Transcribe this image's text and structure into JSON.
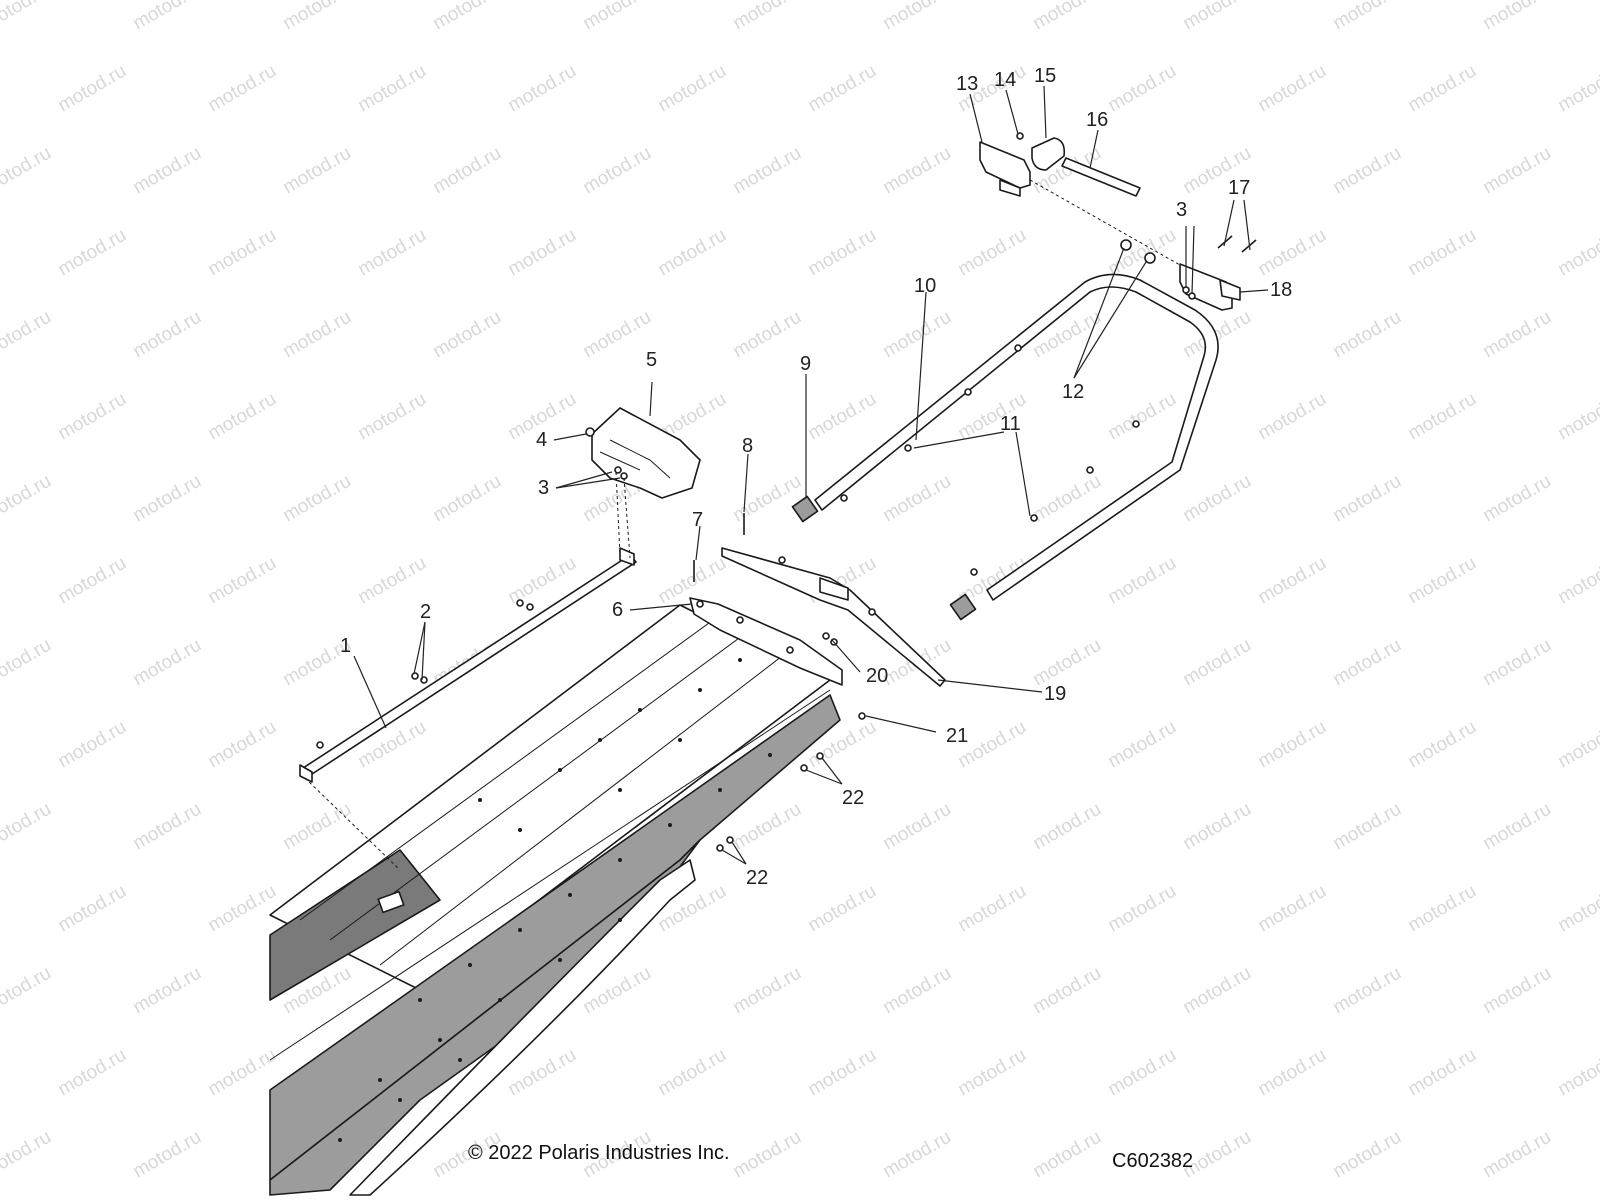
{
  "watermark": "motod.ru",
  "copyright": "© 2022 Polaris Industries Inc.",
  "diagram_code": "C602382",
  "callouts": [
    {
      "id": "c1",
      "label": "1"
    },
    {
      "id": "c2",
      "label": "2"
    },
    {
      "id": "c3a",
      "label": "3"
    },
    {
      "id": "c3b",
      "label": "3"
    },
    {
      "id": "c4",
      "label": "4"
    },
    {
      "id": "c5",
      "label": "5"
    },
    {
      "id": "c6",
      "label": "6"
    },
    {
      "id": "c7",
      "label": "7"
    },
    {
      "id": "c8",
      "label": "8"
    },
    {
      "id": "c9",
      "label": "9"
    },
    {
      "id": "c10",
      "label": "10"
    },
    {
      "id": "c11",
      "label": "11"
    },
    {
      "id": "c12",
      "label": "12"
    },
    {
      "id": "c13",
      "label": "13"
    },
    {
      "id": "c14",
      "label": "14"
    },
    {
      "id": "c15",
      "label": "15"
    },
    {
      "id": "c16",
      "label": "16"
    },
    {
      "id": "c17",
      "label": "17"
    },
    {
      "id": "c18",
      "label": "18"
    },
    {
      "id": "c19",
      "label": "19"
    },
    {
      "id": "c20",
      "label": "20"
    },
    {
      "id": "c21",
      "label": "21"
    },
    {
      "id": "c22a",
      "label": "22"
    },
    {
      "id": "c22b",
      "label": "22"
    }
  ]
}
